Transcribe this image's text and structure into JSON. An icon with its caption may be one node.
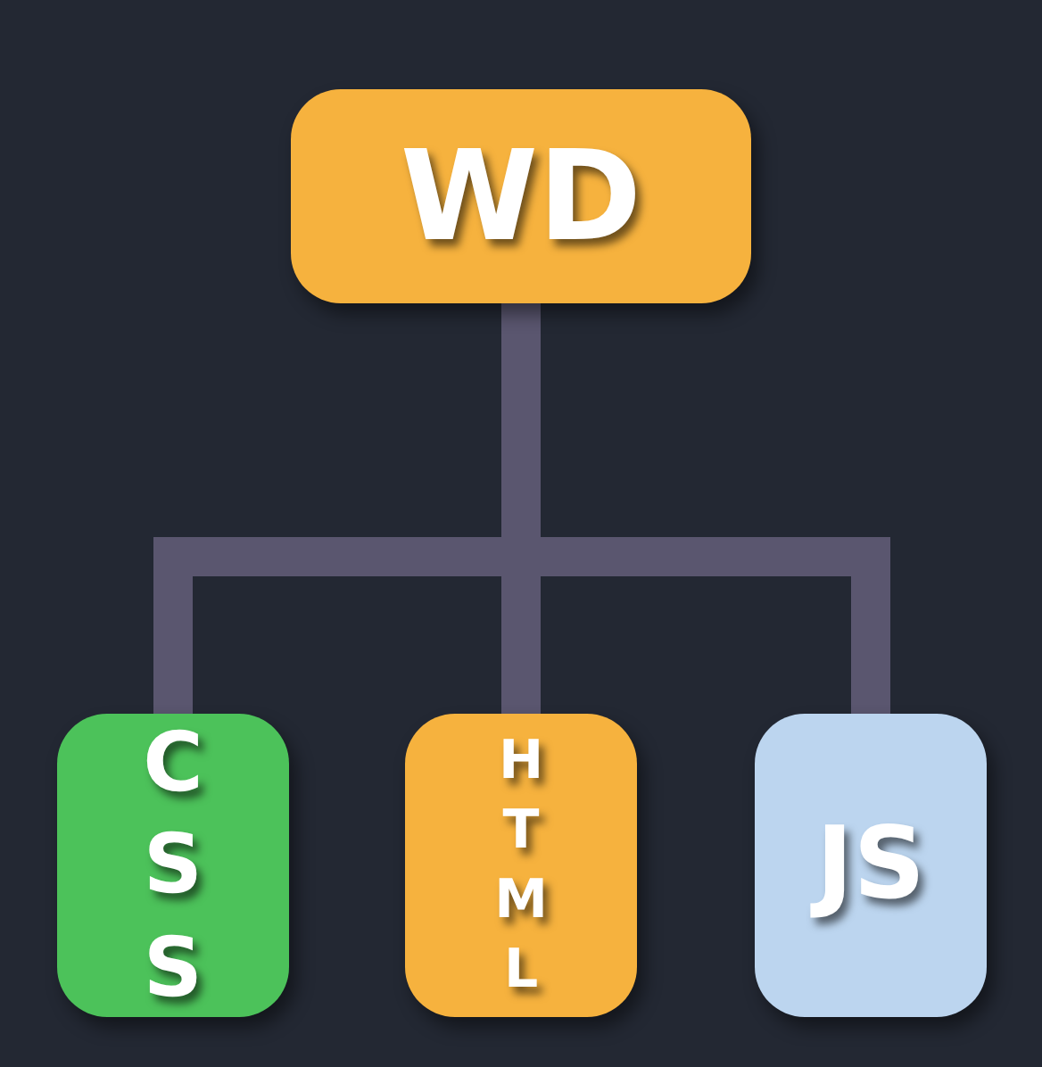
{
  "diagram": {
    "nodes": [
      {
        "text": [
          "WD"
        ]
      },
      {
        "text": [
          "CSS"
        ]
      },
      {
        "text": [
          "HTML"
        ]
      },
      {
        "text": [
          "JS"
        ]
      }
    ],
    "edges": [
      {
        "from": 0,
        "to": 1,
        "arrow": "none"
      },
      {
        "from": 0,
        "to": 2,
        "arrow": "none"
      },
      {
        "from": 0,
        "to": 3,
        "arrow": "none"
      }
    ]
  }
}
